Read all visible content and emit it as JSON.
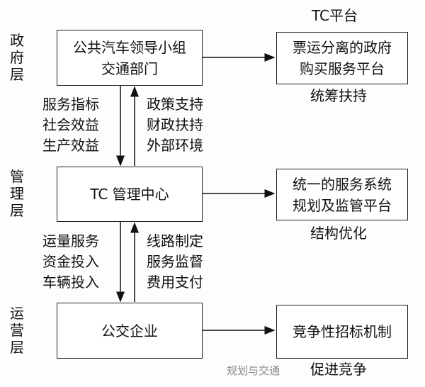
{
  "layers": [
    "政府层",
    "管理层",
    "运营层"
  ],
  "left_boxes": [
    [
      "公共汽车领导小组",
      "交通部门"
    ],
    [
      "TC 管理中心"
    ],
    [
      "公交企业"
    ]
  ],
  "right_boxes": [
    [
      "票运分离的政府",
      "购买服务平台"
    ],
    [
      "统一的服务系统",
      "规划及监管平台"
    ],
    [
      "竞争性招标机制"
    ]
  ],
  "right_labels": {
    "top": "TC平台",
    "r1": "统筹扶持",
    "r2": "结构优化",
    "r3": "促进竞争"
  },
  "arrow_labels": {
    "gov_down": "服务指标\n社会效益\n生产效益",
    "gov_up": "政策支持\n财政扶持\n外部环境",
    "mgmt_down": "运量服务\n资金投入\n车辆投入",
    "mgmt_up": "线路制定\n服务监督\n费用支付"
  },
  "watermark": "规划与交通"
}
